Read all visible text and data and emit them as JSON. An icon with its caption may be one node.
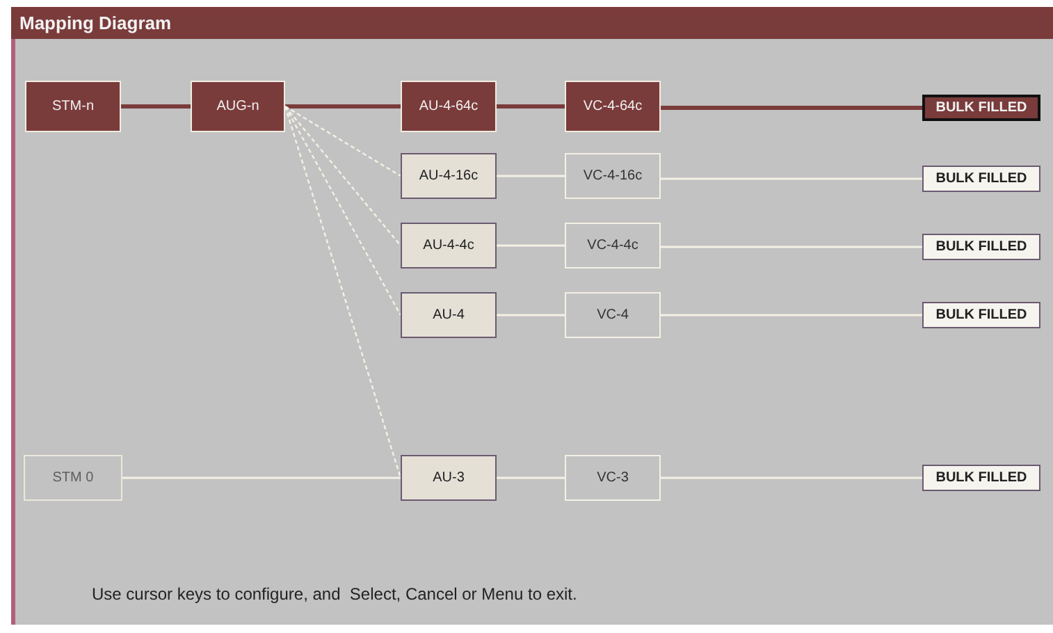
{
  "diagram": {
    "title": "Mapping Diagram",
    "nodes": [
      {
        "text": [
          "STM-n"
        ]
      },
      {
        "text": [
          "AUG-n"
        ]
      },
      {
        "text": [
          "AU-4-64c"
        ]
      },
      {
        "text": [
          "VC-4-64c"
        ]
      },
      {
        "text": [
          "BULK FILLED"
        ]
      },
      {
        "text": [
          "AU-4-16c"
        ]
      },
      {
        "text": [
          "VC-4-16c"
        ]
      },
      {
        "text": [
          "BULK FILLED"
        ]
      },
      {
        "text": [
          "AU-4-4c"
        ]
      },
      {
        "text": [
          "VC-4-4c"
        ]
      },
      {
        "text": [
          "BULK FILLED"
        ]
      },
      {
        "text": [
          "AU-4"
        ]
      },
      {
        "text": [
          "VC-4"
        ]
      },
      {
        "text": [
          "BULK FILLED"
        ]
      },
      {
        "text": [
          "STM 0"
        ]
      },
      {
        "text": [
          "AU-3"
        ]
      },
      {
        "text": [
          "VC-3"
        ]
      },
      {
        "text": [
          "BULK FILLED"
        ]
      }
    ],
    "edges": [
      {
        "from": 0,
        "to": 1,
        "arrow": "none",
        "style": "thick",
        "color": "#7a3b3b"
      },
      {
        "from": 1,
        "to": 2,
        "arrow": "none",
        "style": "thick",
        "color": "#7a3b3b"
      },
      {
        "from": 2,
        "to": 3,
        "arrow": "none",
        "style": "thick",
        "color": "#7a3b3b"
      },
      {
        "from": 3,
        "to": 4,
        "arrow": "none",
        "style": "thick",
        "color": "#7a3b3b"
      },
      {
        "from": 1,
        "to": 5,
        "arrow": "none",
        "style": "dashed"
      },
      {
        "from": 1,
        "to": 8,
        "arrow": "none",
        "style": "dashed"
      },
      {
        "from": 1,
        "to": 11,
        "arrow": "none",
        "style": "dashed"
      },
      {
        "from": 1,
        "to": 15,
        "arrow": "none",
        "style": "dashed"
      },
      {
        "from": 5,
        "to": 6,
        "arrow": "none"
      },
      {
        "from": 6,
        "to": 7,
        "arrow": "none"
      },
      {
        "from": 8,
        "to": 9,
        "arrow": "none"
      },
      {
        "from": 9,
        "to": 10,
        "arrow": "none"
      },
      {
        "from": 11,
        "to": 12,
        "arrow": "none"
      },
      {
        "from": 12,
        "to": 13,
        "arrow": "none"
      },
      {
        "from": 14,
        "to": 15,
        "arrow": "none"
      },
      {
        "from": 15,
        "to": 16,
        "arrow": "none"
      },
      {
        "from": 16,
        "to": 17,
        "arrow": "none"
      }
    ],
    "labels": [
      "Use cursor keys to configure, and  Select, Cancel or Menu to exit."
    ]
  }
}
